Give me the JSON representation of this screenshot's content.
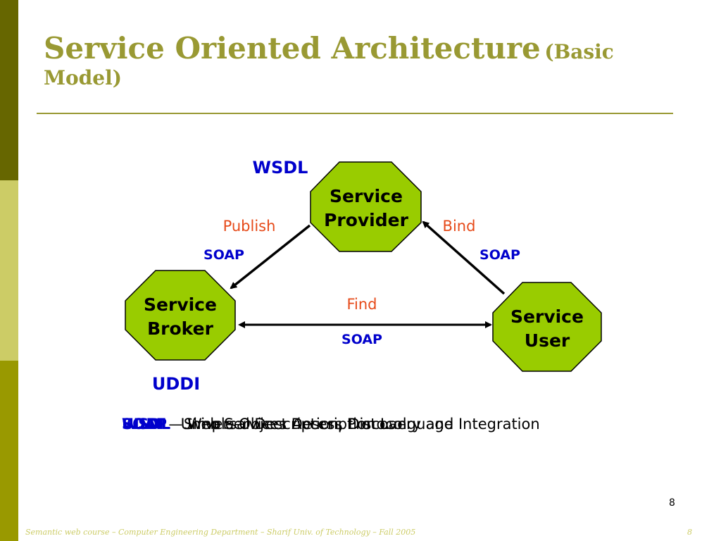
{
  "title": {
    "main": "Service Oriented Architecture",
    "sub_open": "(Basic",
    "sub_close": "Model)"
  },
  "nodes": {
    "provider": {
      "line1": "Service",
      "line2": "Provider"
    },
    "broker": {
      "line1": "Service",
      "line2": "Broker"
    },
    "user": {
      "line1": "Service",
      "line2": "User"
    }
  },
  "protocols": {
    "wsdl": "WSDL",
    "uddi": "UDDI",
    "soap_publish": "SOAP",
    "soap_bind": "SOAP",
    "soap_find": "SOAP"
  },
  "edges": {
    "publish": "Publish",
    "bind": "Bind",
    "find": "Find"
  },
  "legend": [
    {
      "acronym": "SOAP",
      "description": " – Simple Object Access Protocol"
    },
    {
      "acronym": "WSDL",
      "description": " – Web Services Description Language"
    },
    {
      "acronym": "UDDI",
      "description": " – Universal Description, Discovery and Integration"
    }
  ],
  "page_number": "8",
  "footer": {
    "text": "Semantic web course – Computer Engineering Department – Sharif Univ. of Technology – Fall 2005",
    "page": "8"
  },
  "colors": {
    "node_fill": "#99cc00",
    "protocol": "#0000cc",
    "verb": "#e64a19",
    "title": "#999933"
  }
}
